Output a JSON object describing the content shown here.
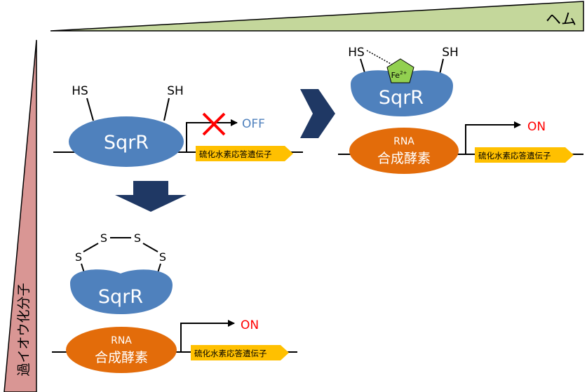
{
  "labels": {
    "heme": "ヘム",
    "polysulfide": "過イオウ化分子",
    "protein": "SqrR",
    "rnap_line1": "RNA",
    "rnap_line2": "合成酵素",
    "gene": "硫化水素応答遺伝子",
    "off": "OFF",
    "on": "ON",
    "thiol": "HS",
    "thiol_right": "SH",
    "sulfur": "S",
    "iron": "Fe",
    "iron_charge": "2+"
  },
  "colors": {
    "heme_wedge": "#c4d79b",
    "polysulfide_wedge": "#d99694",
    "protein": "#4f81bd",
    "rnap": "#e36c0a",
    "gene_arrow": "#ffc000",
    "flow_arrow": "#1f3864",
    "off_text": "#4f81bd",
    "on_text": "#ff0000",
    "cross": "#ff0000",
    "heme_pentagon": "#92d050"
  }
}
